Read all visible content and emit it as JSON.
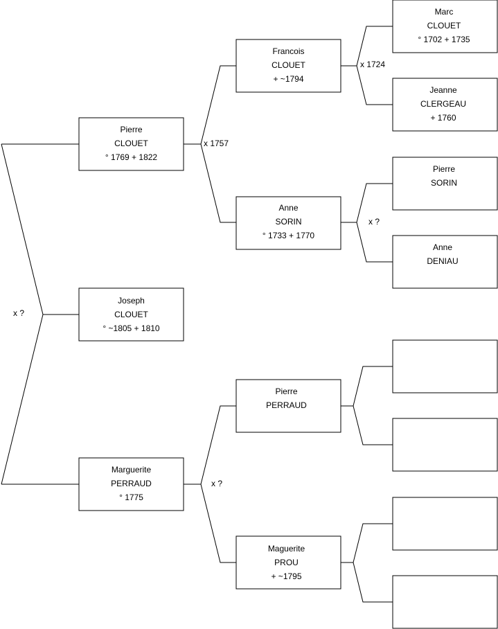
{
  "people": {
    "root": {
      "lines": [
        "Joseph",
        "CLOUET",
        "° ~1805 + 1810"
      ]
    },
    "p1": {
      "lines": [
        "Pierre",
        "CLOUET",
        "° 1769 + 1822"
      ]
    },
    "p2": {
      "lines": [
        "Marguerite",
        "PERRAUD",
        "° 1775"
      ]
    },
    "p1f": {
      "lines": [
        "Francois",
        "CLOUET",
        "+ ~1794"
      ]
    },
    "p1m": {
      "lines": [
        "Anne",
        "SORIN",
        "° 1733 + 1770"
      ]
    },
    "p2f": {
      "lines": [
        "Pierre",
        "PERRAUD"
      ]
    },
    "p2m": {
      "lines": [
        "Maguerite",
        "PROU",
        "+ ~1795"
      ]
    },
    "g1": {
      "lines": [
        "Marc",
        "CLOUET",
        "° 1702 + 1735"
      ]
    },
    "g2": {
      "lines": [
        "Jeanne",
        "CLERGEAU",
        "+ 1760"
      ]
    },
    "g3": {
      "lines": [
        "Pierre",
        "SORIN"
      ]
    },
    "g4": {
      "lines": [
        "Anne",
        "DENIAU"
      ]
    },
    "g5": {
      "lines": []
    },
    "g6": {
      "lines": []
    },
    "g7": {
      "lines": []
    },
    "g8": {
      "lines": []
    }
  },
  "marriages": {
    "m_root": "x ?",
    "m_p1": "x 1757",
    "m_p2": "x ?",
    "m_p1f": "x 1724",
    "m_p1m": "x ?"
  },
  "colors": {
    "line": "#000000",
    "box_fill": "#ffffff",
    "text": "#000000"
  }
}
